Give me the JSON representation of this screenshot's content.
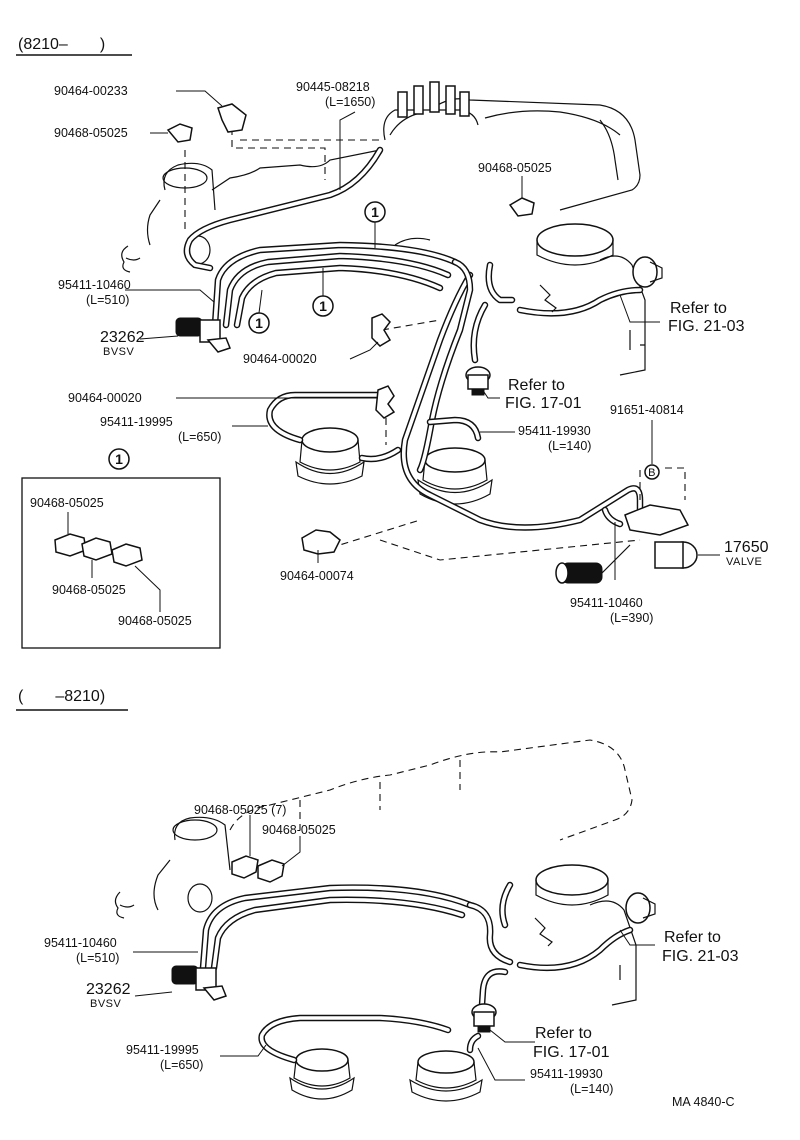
{
  "sections": [
    {
      "header": "(8210–　　)",
      "labels": {
        "p90464_00233": "90464-00233",
        "p90468_05025_a": "90468-05025",
        "p90445_08218": "90445-08218",
        "p90445_08218_len": "(L=1650)",
        "p90468_05025_b": "90468-05025",
        "p95411_10460": "95411-10460",
        "p95411_10460_len": "(L=510)",
        "p23262": "23262",
        "p23262_name": "BVSV",
        "p90464_00020_a": "90464-00020",
        "p90464_00020_b": "90464-00020",
        "p95411_19995": "95411-19995",
        "p95411_19995_len": "(L=650)",
        "refer_21_a": "Refer to",
        "refer_21_b": "FIG. 21-03",
        "refer_17_a": "Refer to",
        "refer_17_b": "FIG. 17-01",
        "p91651_40814": "91651-40814",
        "p95411_19930": "95411-19930",
        "p95411_19930_len": "(L=140)",
        "p17650": "17650",
        "p17650_name": "VALVE",
        "p90464_00074": "90464-00074",
        "p95411_10460_b": "95411-10460",
        "p95411_10460_b_len": "(L=390)",
        "callout_mark": "1",
        "b_mark": "B"
      },
      "inset": {
        "mark": "1",
        "labels": [
          "90468-05025",
          "90468-05025",
          "90468-05025"
        ]
      }
    },
    {
      "header": "(　　–8210)",
      "labels": {
        "p90468_05025_7": "90468-05025 (7)",
        "p90468_05025": "90468-05025",
        "p95411_10460": "95411-10460",
        "p95411_10460_len": "(L=510)",
        "p23262": "23262",
        "p23262_name": "BVSV",
        "refer_21_a": "Refer to",
        "refer_21_b": "FIG. 21-03",
        "refer_17_a": "Refer to",
        "refer_17_b": "FIG. 17-01",
        "p95411_19995": "95411-19995",
        "p95411_19995_len": "(L=650)",
        "p95411_19930": "95411-19930",
        "p95411_19930_len": "(L=140)"
      }
    }
  ],
  "footer_code": "MA  4840-C"
}
